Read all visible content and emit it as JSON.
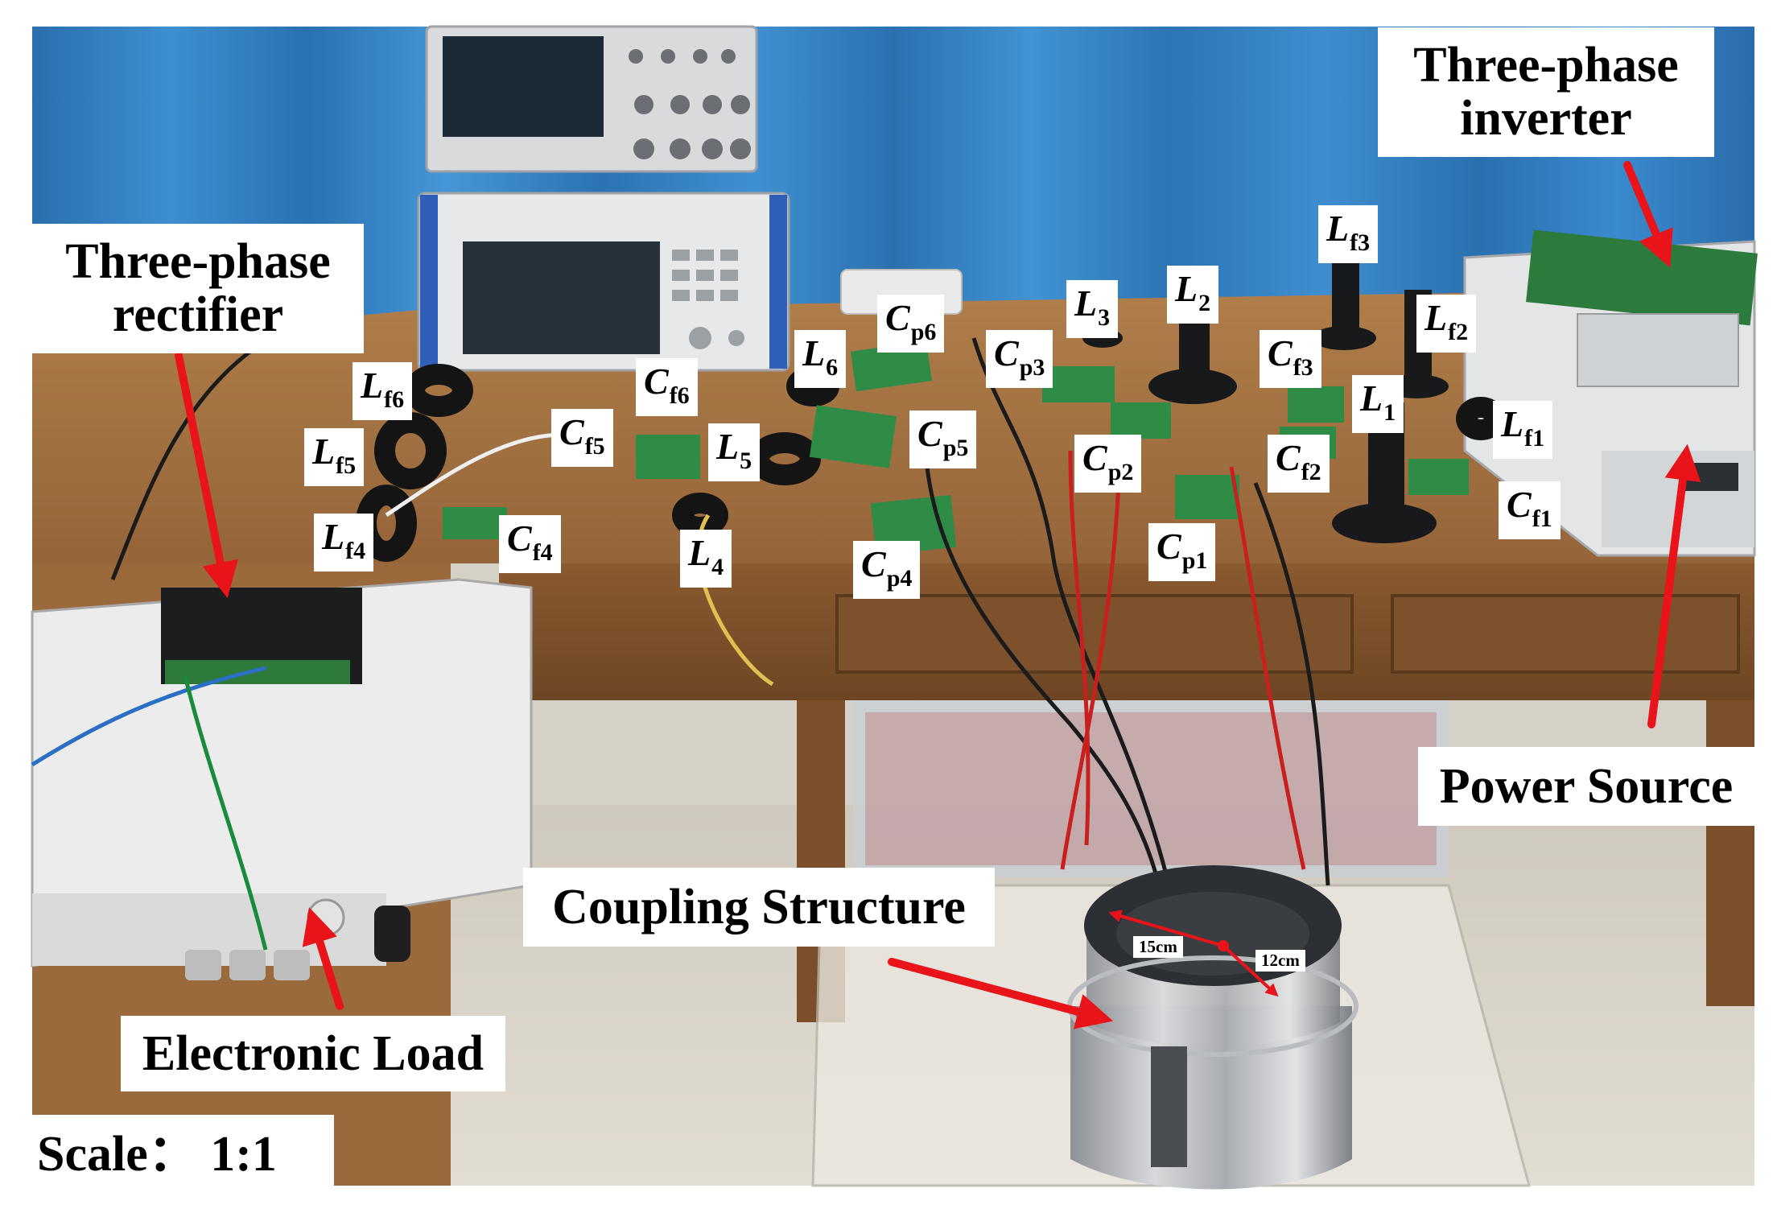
{
  "labels": {
    "three_phase_inverter": [
      "Three-phase",
      "inverter"
    ],
    "three_phase_rectifier": [
      "Three-phase",
      "rectifier"
    ],
    "power_source": "Power Source",
    "coupling_structure": "Coupling Structure",
    "electronic_load": "Electronic Load",
    "scale": "Scale： 1:1"
  },
  "components": {
    "Lf1": {
      "sym": "L",
      "sub": "f1"
    },
    "Lf2": {
      "sym": "L",
      "sub": "f2"
    },
    "Lf3": {
      "sym": "L",
      "sub": "f3"
    },
    "Lf4": {
      "sym": "L",
      "sub": "f4"
    },
    "Lf5": {
      "sym": "L",
      "sub": "f5"
    },
    "Lf6": {
      "sym": "L",
      "sub": "f6"
    },
    "L1": {
      "sym": "L",
      "sub": "1"
    },
    "L2": {
      "sym": "L",
      "sub": "2"
    },
    "L3": {
      "sym": "L",
      "sub": "3"
    },
    "L4": {
      "sym": "L",
      "sub": "4"
    },
    "L5": {
      "sym": "L",
      "sub": "5"
    },
    "L6": {
      "sym": "L",
      "sub": "6"
    },
    "Cf1": {
      "sym": "C",
      "sub": "f1"
    },
    "Cf2": {
      "sym": "C",
      "sub": "f2"
    },
    "Cf3": {
      "sym": "C",
      "sub": "f3"
    },
    "Cf4": {
      "sym": "C",
      "sub": "f4"
    },
    "Cf5": {
      "sym": "C",
      "sub": "f5"
    },
    "Cf6": {
      "sym": "C",
      "sub": "f6"
    },
    "Cp1": {
      "sym": "C",
      "sub": "p1"
    },
    "Cp2": {
      "sym": "C",
      "sub": "p2"
    },
    "Cp3": {
      "sym": "C",
      "sub": "p3"
    },
    "Cp4": {
      "sym": "C",
      "sub": "p4"
    },
    "Cp5": {
      "sym": "C",
      "sub": "p5"
    },
    "Cp6": {
      "sym": "C",
      "sub": "p6"
    }
  },
  "dimensions": {
    "outer": "15cm",
    "inner": "12cm"
  },
  "colors": {
    "arrow": "#e8141a",
    "curtain": "#2f7fc0",
    "desk": "#a0703e",
    "floor": "#d9d4c9"
  }
}
